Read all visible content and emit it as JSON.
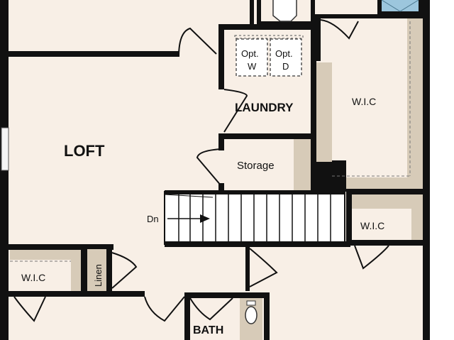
{
  "rooms": {
    "loft": "LOFT",
    "laundry": "LAUNDRY",
    "storage": "Storage",
    "wic_right": "W.I.C",
    "wic_mid_right": "W.I.C",
    "wic_left": "W.I.C",
    "linen": "Linen",
    "bath": "BATH"
  },
  "appliances": {
    "washer_line1": "Opt.",
    "washer_line2": "W",
    "dryer_line1": "Opt.",
    "dryer_line2": "D"
  },
  "stairs": {
    "direction_label": "Dn"
  },
  "colors": {
    "floor": "#f8efe6",
    "wall": "#111111",
    "closet_shelf": "#d7cbb8",
    "stair_fill": "#ffffff",
    "skylight": "#9cc6dd"
  }
}
